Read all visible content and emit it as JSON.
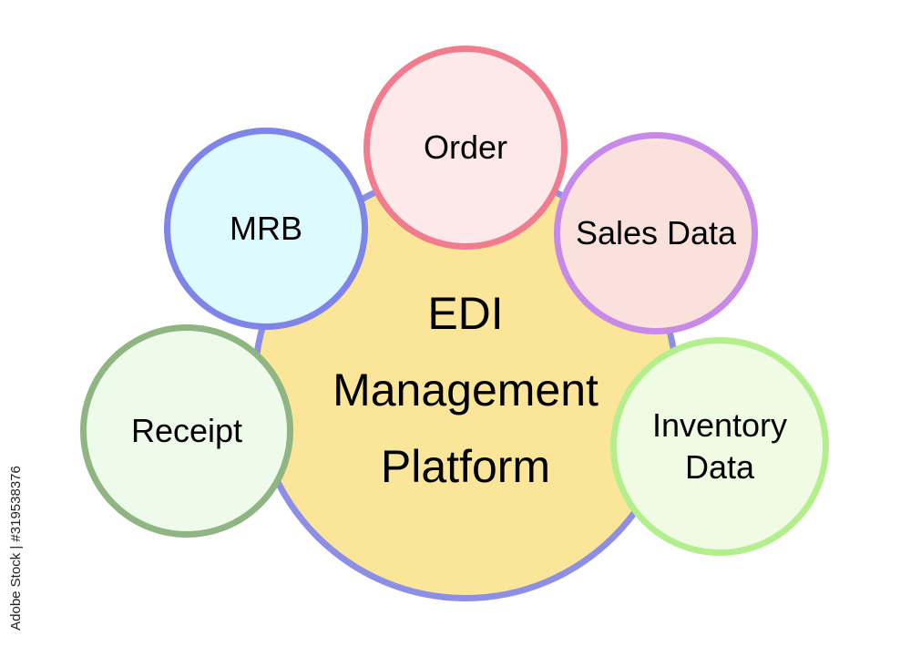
{
  "center": {
    "label": "EDI\nManagement\nPlatform",
    "fill_color": "#fbe598",
    "border_color": "#8d8fe6"
  },
  "satellites": [
    {
      "label": "MRB",
      "fill_color": "#dcfaff",
      "border_color": "#7f84e8"
    },
    {
      "label": "Order",
      "fill_color": "#fde8ea",
      "border_color": "#f07c8e"
    },
    {
      "label": "Sales Data",
      "fill_color": "#fae1dc",
      "border_color": "#c88ae8"
    },
    {
      "label": "Receipt",
      "fill_color": "#eefaea",
      "border_color": "#8fb582"
    },
    {
      "label": "Inventory\nData",
      "fill_color": "#f0fbe4",
      "border_color": "#b3ef8c"
    }
  ],
  "watermark": {
    "text": "Adobe Stock | #319538376"
  }
}
